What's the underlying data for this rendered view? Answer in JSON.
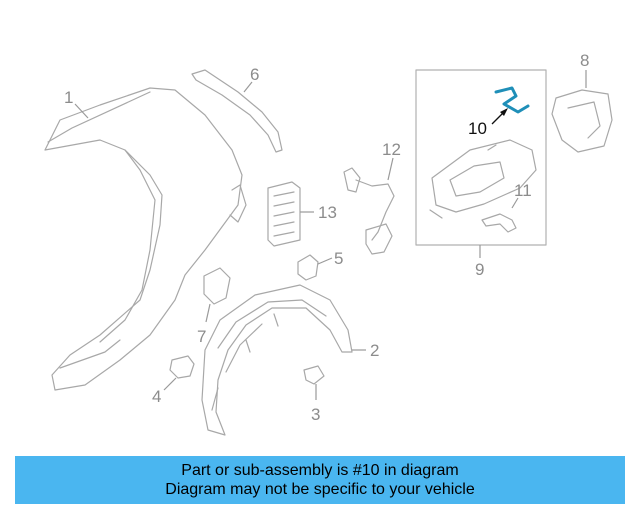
{
  "diagram": {
    "callouts": {
      "c1": "1",
      "c2": "2",
      "c3": "3",
      "c4": "4",
      "c5": "5",
      "c6": "6",
      "c7": "7",
      "c8": "8",
      "c9": "9",
      "c10": "10",
      "c11": "11",
      "c12": "12",
      "c13": "13"
    },
    "highlight_color": "#1f8fb8",
    "highlighted_part": "10"
  },
  "banner": {
    "line1": "Part or sub-assembly is #10 in diagram",
    "line2": "Diagram may not be specific to your vehicle",
    "background": "#4ab6f0"
  }
}
